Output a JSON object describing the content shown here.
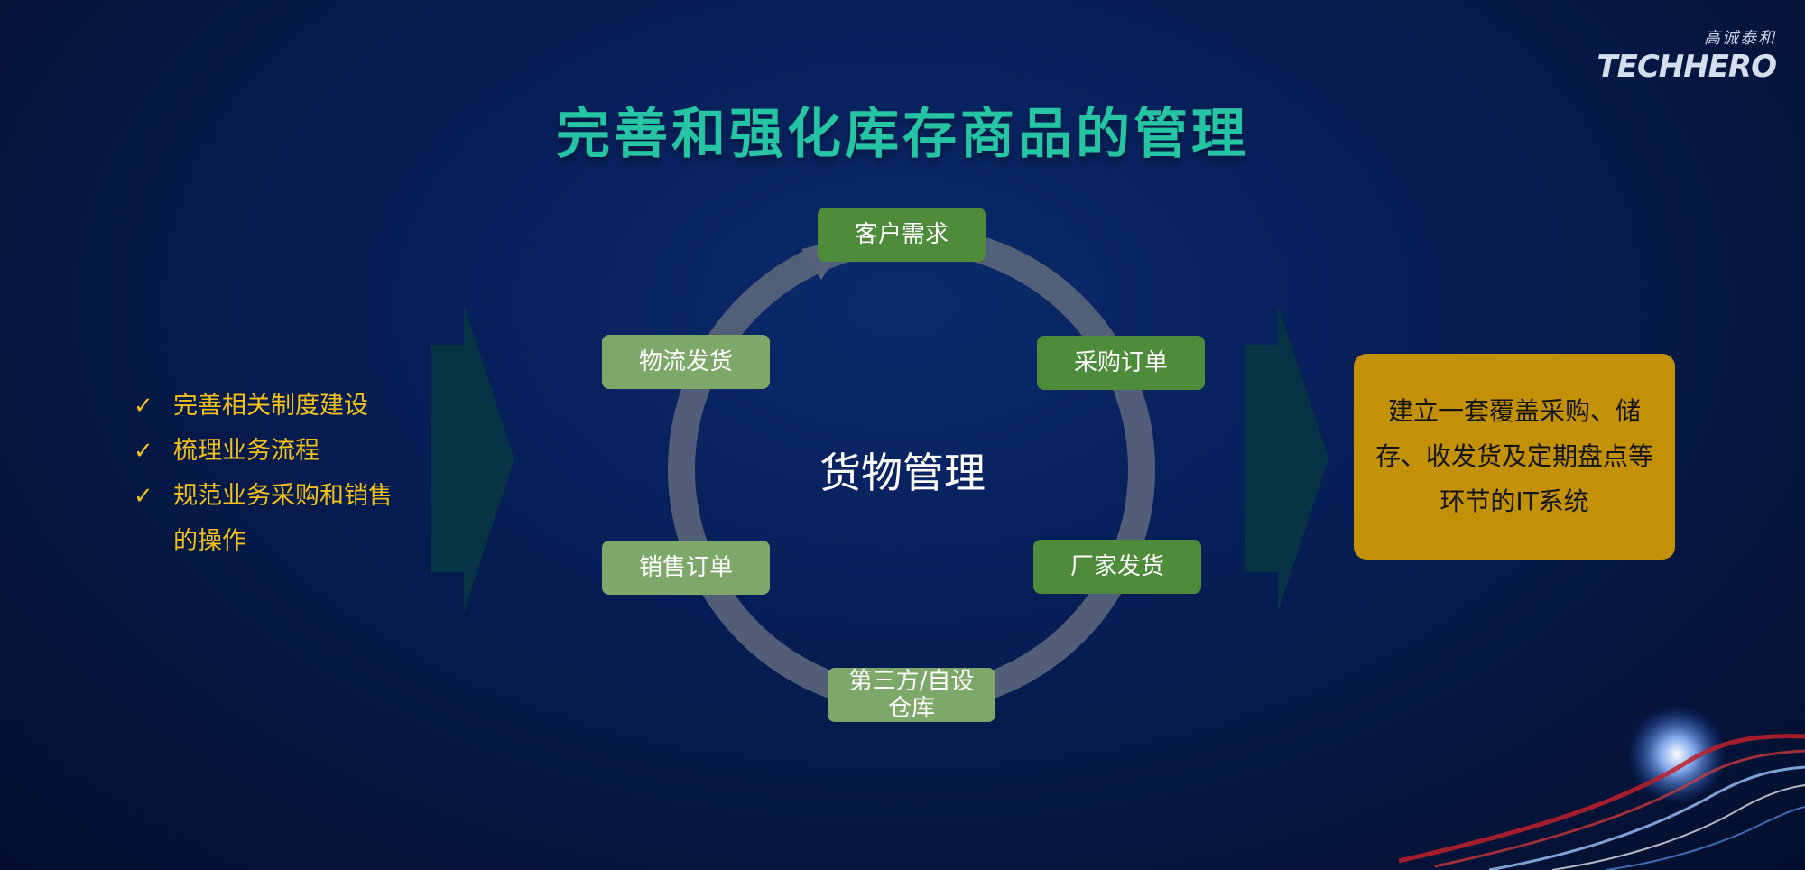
{
  "logo": {
    "cn": "高诚泰和",
    "en": "TECHHERO"
  },
  "title": "完善和强化库存商品的管理",
  "left_list": [
    {
      "icon": "check-icon",
      "text": "完善相关制度建设"
    },
    {
      "icon": "check-icon",
      "text": "梳理业务流程"
    },
    {
      "icon": "check-icon",
      "text": "规范业务采购和销售的操作"
    }
  ],
  "cycle": {
    "center": "货物管理",
    "nodes": [
      "客户需求",
      "采购订单",
      "厂家发货",
      "第三方/自设仓库",
      "销售订单",
      "物流发货"
    ]
  },
  "result_text": "建立一套覆盖采购、储存、收发货及定期盘点等环节的IT系统",
  "colors": {
    "title": "#25c4a2",
    "list_text": "#f3c21a",
    "node_dark": "#4e8b3b",
    "node_light": "#7ea86a",
    "result_bg": "#c39106"
  }
}
